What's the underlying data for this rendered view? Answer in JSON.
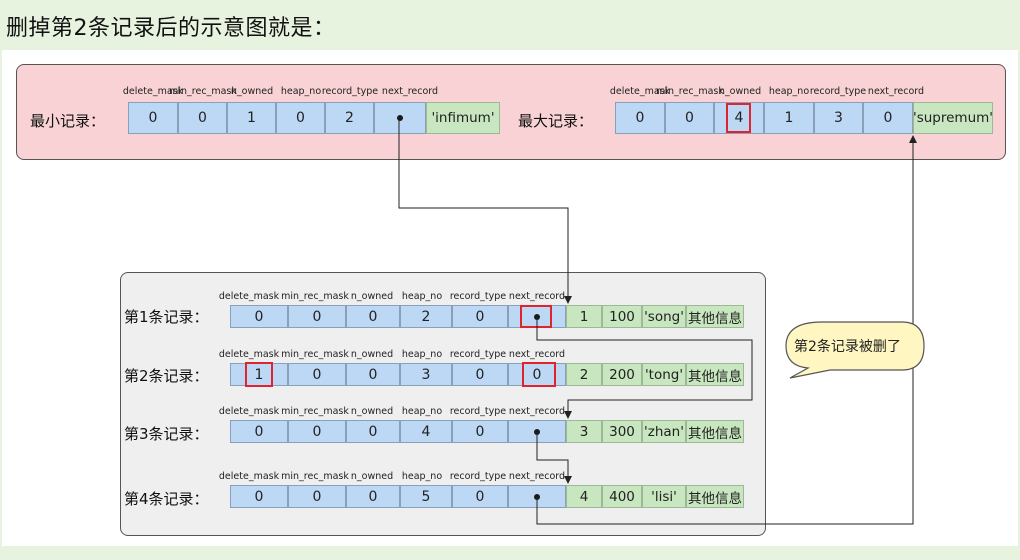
{
  "title": "删掉第2条记录后的示意图就是：",
  "headers": [
    "delete_mask",
    "min_rec_mask",
    "n_owned",
    "heap_no",
    "record_type",
    "next_record"
  ],
  "min_record": {
    "label": "最小记录：",
    "values": [
      "0",
      "0",
      "1",
      "0",
      "2"
    ],
    "name": "'infimum'"
  },
  "max_record": {
    "label": "最大记录：",
    "values": [
      "0",
      "0",
      "4",
      "1",
      "3",
      "0"
    ],
    "name": "'supremum'"
  },
  "records": [
    {
      "label": "第1条记录：",
      "values": [
        "0",
        "0",
        "0",
        "2",
        "0"
      ],
      "next": "",
      "id": "1",
      "num": "100",
      "name": "'song'",
      "other": "其他信息"
    },
    {
      "label": "第2条记录：",
      "values": [
        "1",
        "0",
        "0",
        "3",
        "0"
      ],
      "next": "0",
      "id": "2",
      "num": "200",
      "name": "'tong'",
      "other": "其他信息"
    },
    {
      "label": "第3条记录：",
      "values": [
        "0",
        "0",
        "0",
        "4",
        "0"
      ],
      "next": "",
      "id": "3",
      "num": "300",
      "name": "'zhan'",
      "other": "其他信息"
    },
    {
      "label": "第4条记录：",
      "values": [
        "0",
        "0",
        "0",
        "5",
        "0"
      ],
      "next": "",
      "id": "4",
      "num": "400",
      "name": "'lisi'",
      "other": "其他信息"
    }
  ],
  "callout": "第2条记录被删了",
  "colors": {
    "field_fill": "#bcd8f5",
    "data_fill": "#c8e6bf",
    "highlight": "#e0232c",
    "pink_panel": "#f8d2d4",
    "grey_panel": "#efefef"
  }
}
